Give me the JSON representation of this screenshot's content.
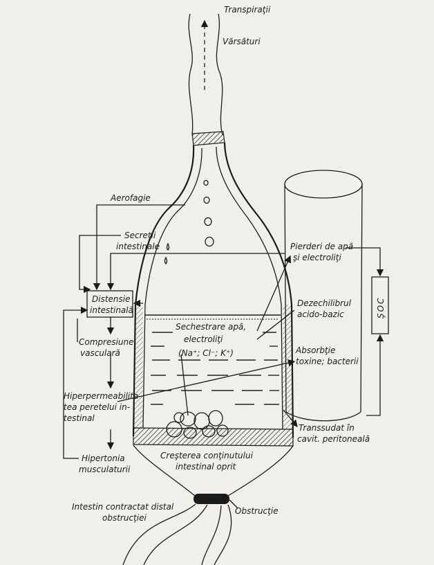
{
  "labels": {
    "transpiratii": "Transpiraţii",
    "varsaturi": "Vărsături",
    "aerofagie": "Aerofagie",
    "secretii_1": "Secreţii",
    "secretii_2": "intestinale",
    "distensie_1": "Distensie",
    "distensie_2": "intestinală",
    "compresiune_1": "Compresiune",
    "compresiune_2": "vasculară",
    "hiper_1": "Hiperpermeabilita-",
    "hiper_2": "tea peretelui in-",
    "hiper_3": "testinal",
    "hipertonia_1": "Hipertonia",
    "hipertonia_2": "musculaturii",
    "sechestrare_1": "Sechestrare apă,",
    "sechestrare_2": "electroliţi",
    "sechestrare_3": "(Na⁺; Cl⁻; K⁺)",
    "pierderi_1": "Pierderi de apă",
    "pierderi_2": "şi electroliţi",
    "dezechilibru_1": "Dezechilibrul",
    "dezechilibru_2": "acido-bazic",
    "absorbtie_1": "Absorbţie",
    "absorbtie_2": "toxine; bacterii",
    "soc": "ŞOC",
    "transsudat_1": "Transsudat în",
    "transsudat_2": "cavit. peritoneală",
    "crestere_1": "Creşterea conţinutului",
    "crestere_2": "intestinal oprit",
    "obstructie": "Obstrucţie",
    "intestin_1": "Intestin contractat distal",
    "intestin_2": "obstrucţiei"
  },
  "colors": {
    "ink": "#1b1b1b",
    "paper": "#f1efe9"
  }
}
